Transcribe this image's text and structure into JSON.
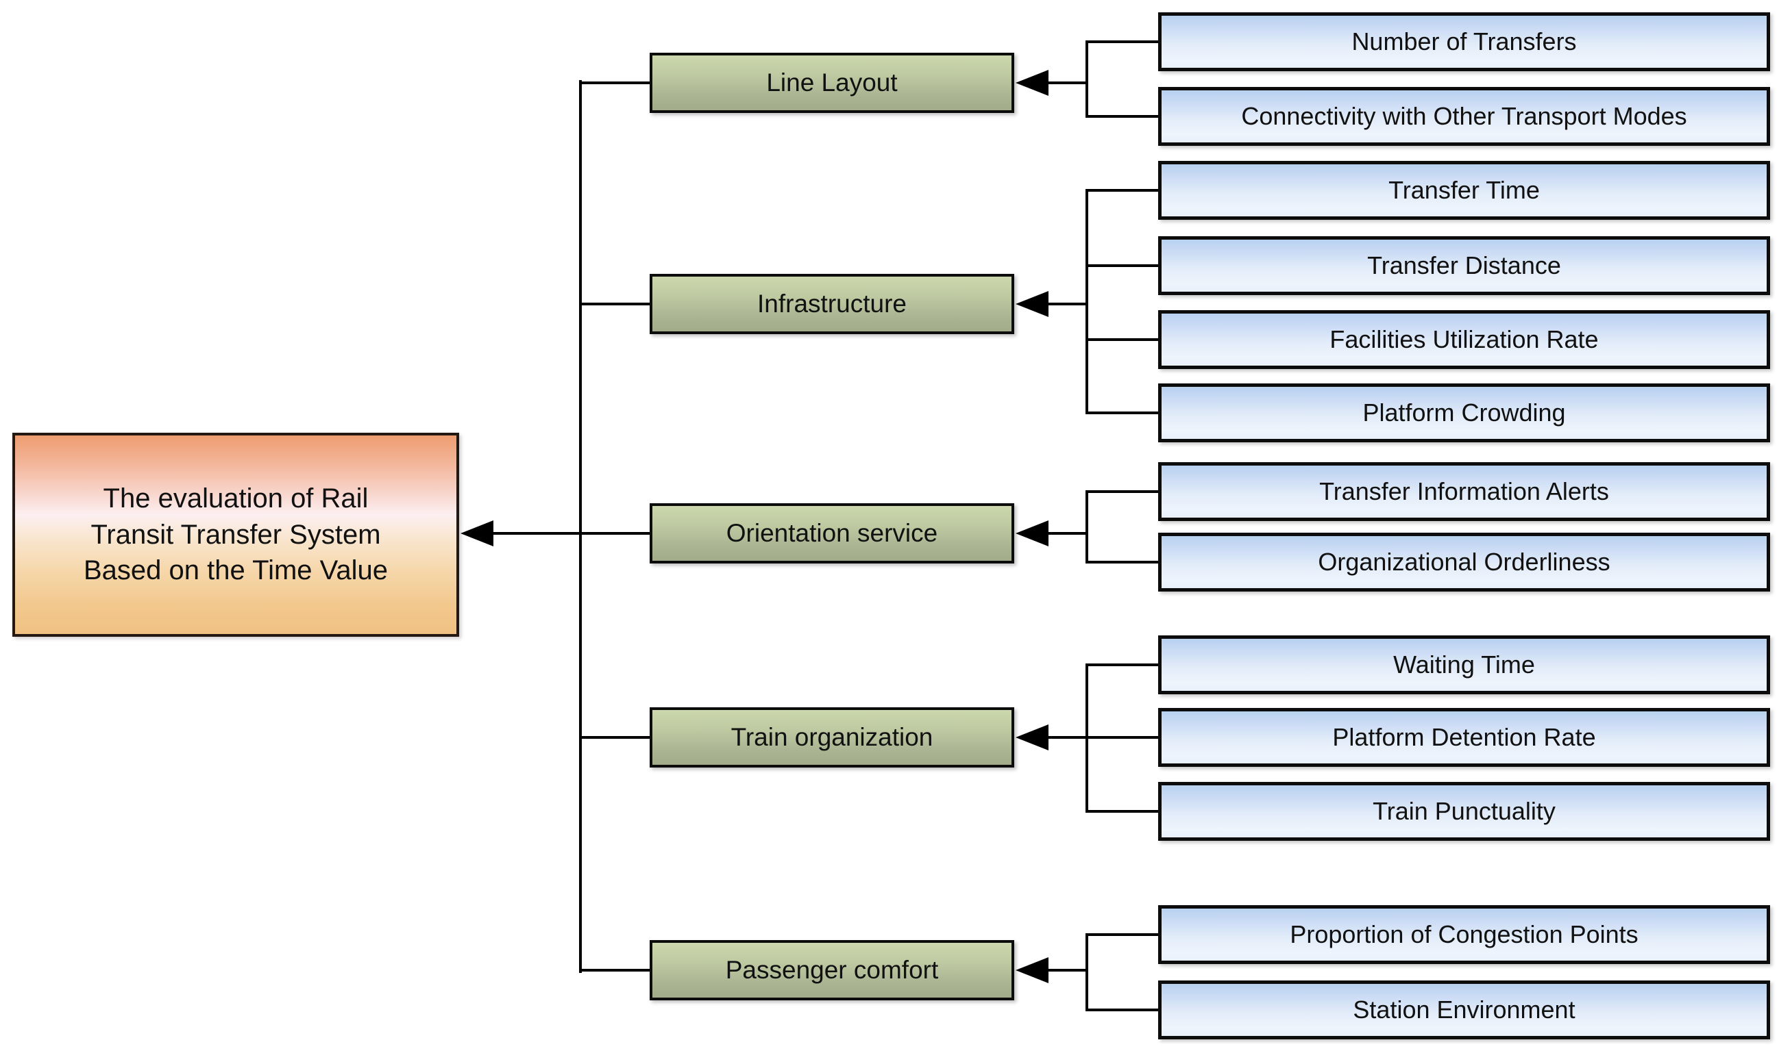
{
  "diagram": {
    "type": "hierarchy-tree",
    "direction": "leaves-point-to-root",
    "root": {
      "label": "The evaluation of Rail Transit Transfer System Based on the Time Value"
    },
    "branches": [
      {
        "label": "Line Layout",
        "leaves": [
          "Number of Transfers",
          "Connectivity with Other Transport Modes"
        ]
      },
      {
        "label": "Infrastructure",
        "leaves": [
          "Transfer Time",
          "Transfer Distance",
          "Facilities Utilization Rate",
          "Platform Crowding"
        ]
      },
      {
        "label": "Orientation service",
        "leaves": [
          "Transfer Information Alerts",
          "Organizational Orderliness"
        ]
      },
      {
        "label": "Train organization",
        "leaves": [
          "Waiting Time",
          "Platform Detention Rate",
          "Train Punctuality"
        ]
      },
      {
        "label": "Passenger comfort",
        "leaves": [
          "Proportion of Congestion Points",
          "Station Environment"
        ]
      }
    ],
    "colors": {
      "root_gradient_top": "#ee9d70",
      "root_gradient_mid": "#fceff0",
      "root_gradient_bottom": "#f0c183",
      "branch_gradient_top": "#ccd7ad",
      "branch_gradient_bottom": "#a2ab8a",
      "leaf_gradient_top": "#b7d1f0",
      "leaf_gradient_bottom": "#e9f0fa",
      "border": "#0c0c0c",
      "connector": "#000000",
      "background": "#ffffff",
      "text": "#111111"
    }
  }
}
